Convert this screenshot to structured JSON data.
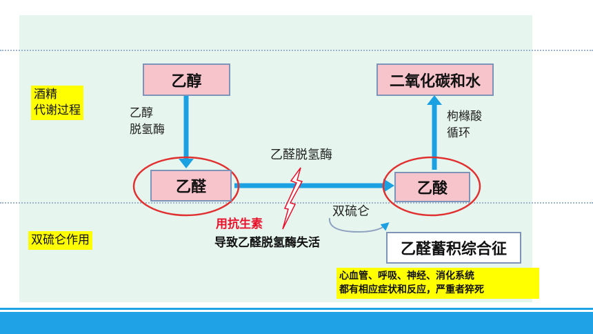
{
  "labels": {
    "process": "酒精\n代谢过程",
    "disulfiram_role": "双硫仑作用"
  },
  "nodes": {
    "ethanol": "乙醇",
    "acetaldehyde": "乙醛",
    "acetic_acid": "乙酸",
    "co2_water": "二氧化碳和水",
    "syndrome": "乙醛蓄积综合征"
  },
  "edges": {
    "adh": "乙醇\n脱氢酶",
    "aldh": "乙醛脱氢酶",
    "tca": "枸橼酸\n循环",
    "disulfiram": "双硫仑"
  },
  "notes": {
    "antibiotic": "用抗生素",
    "inactivation": "导致乙醛脱氢酶失活",
    "symptoms": "心血管、呼吸、神经、消化系统\n都有相应症状和反应，严重者猝死"
  },
  "colors": {
    "arrow": "#1ba1e2",
    "ellipse": "#e03030",
    "highlight": "#ffff00",
    "node_fill": "#f7c4cc",
    "accent_red": "#e8102a"
  }
}
